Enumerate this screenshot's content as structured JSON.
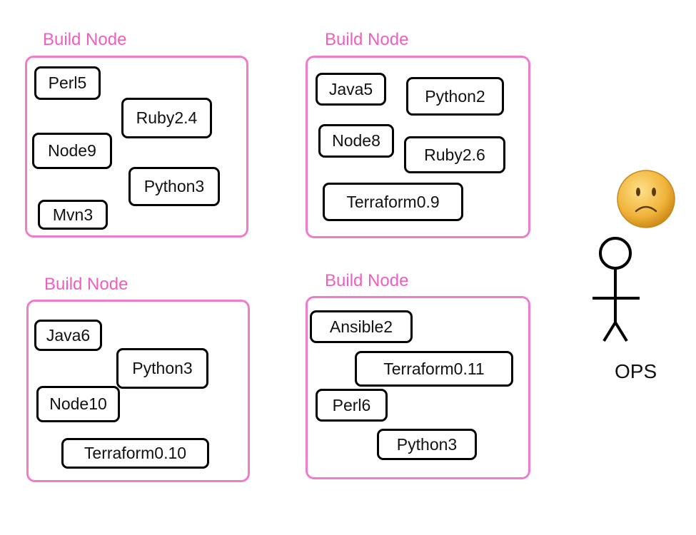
{
  "nodes": [
    {
      "title": "Build Node",
      "tools": [
        "Perl5",
        "Ruby2.4",
        "Node9",
        "Python3",
        "Mvn3"
      ]
    },
    {
      "title": "Build Node",
      "tools": [
        "Java5",
        "Python2",
        "Node8",
        "Ruby2.6",
        "Terraform0.9"
      ]
    },
    {
      "title": "Build Node",
      "tools": [
        "Java6",
        "Python3",
        "Node10",
        "Terraform0.10"
      ]
    },
    {
      "title": "Build Node",
      "tools": [
        "Ansible2",
        "Terraform0.11",
        "Perl6",
        "Python3"
      ]
    }
  ],
  "ops": {
    "label": "OPS",
    "face_icon": "sad-face-icon",
    "figure_icon": "stick-figure-icon"
  },
  "colors": {
    "node_border": "#ee7cc9",
    "node_title": "#ee5fbf",
    "face": "#f0b33a",
    "face_stroke": "#c58a1d"
  }
}
